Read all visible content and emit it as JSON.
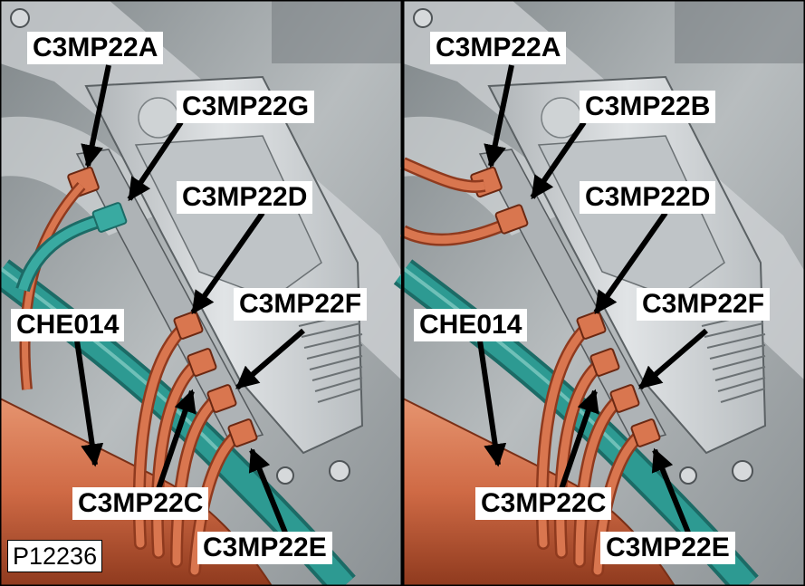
{
  "figure_id": "P12236",
  "panels": [
    {
      "labels": {
        "a": "C3MP22A",
        "second": "C3MP22G",
        "d": "C3MP22D",
        "f": "C3MP22F",
        "harness": "CHE014",
        "c": "C3MP22C",
        "e": "C3MP22E"
      }
    },
    {
      "labels": {
        "a": "C3MP22A",
        "second": "C3MP22B",
        "d": "C3MP22D",
        "f": "C3MP22F",
        "harness": "CHE014",
        "c": "C3MP22C",
        "e": "C3MP22E"
      }
    }
  ],
  "colors": {
    "harness_copper": "#cf6a45",
    "harness_copper_dark": "#8f3a1e",
    "harness_teal": "#2d9a92",
    "harness_teal_dark": "#1c6b66",
    "housing_gray": "#c9cdd0",
    "background_gray": "#9aa0a3",
    "callout_bg": "#ffffff",
    "text": "#000000"
  }
}
